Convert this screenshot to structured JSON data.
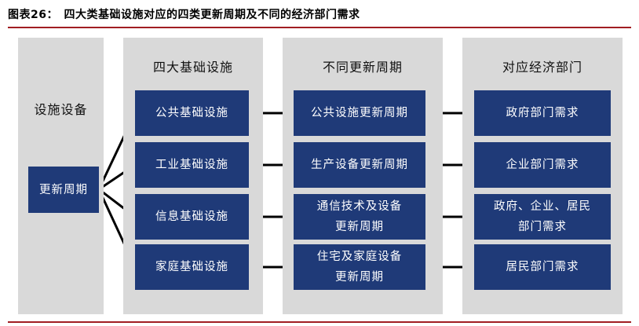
{
  "figure": {
    "title": "图表26：　四大类基础设施对应的四类更新周期及不同的经济部门需求"
  },
  "columns": [
    {
      "title": "设施设备",
      "boxes": [
        {
          "label": "更新周期"
        }
      ]
    },
    {
      "title": "四大基础设施",
      "boxes": [
        {
          "label": "公共基础设施"
        },
        {
          "label": "工业基础设施"
        },
        {
          "label": "信息基础设施"
        },
        {
          "label": "家庭基础设施"
        }
      ]
    },
    {
      "title": "不同更新周期",
      "boxes": [
        {
          "label": "公共设施更新周期"
        },
        {
          "label": "生产设备更新周期"
        },
        {
          "label": "通信技术及设备\n更新周期"
        },
        {
          "label": "住宅及家庭设备\n更新周期"
        }
      ]
    },
    {
      "title": "对应经济部门",
      "boxes": [
        {
          "label": "政府部门需求"
        },
        {
          "label": "企业部门需求"
        },
        {
          "label": "政府、企业、居民\n部门需求"
        },
        {
          "label": "居民部门需求"
        }
      ]
    }
  ],
  "colors": {
    "box_fill": "#1f3a78",
    "panel_fill": "#d9d9d9",
    "rule": "#a11d22",
    "connector": "#000000"
  }
}
